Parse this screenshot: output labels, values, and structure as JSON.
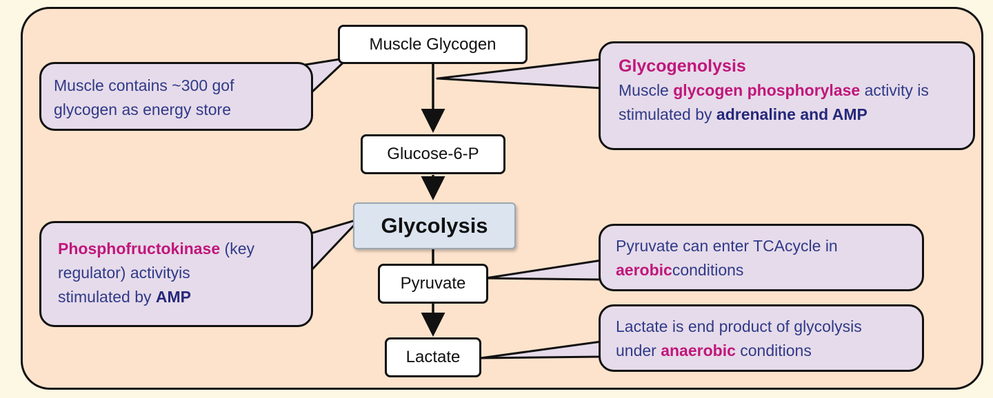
{
  "flow": {
    "muscle_glycogen": "Muscle Glycogen",
    "glucose_6_p": "Glucose-6-P",
    "glycolysis": "Glycolysis",
    "pyruvate": "Pyruvate",
    "lactate": "Lactate"
  },
  "callouts": {
    "glycogen_store": {
      "line1": "Muscle contains ~300 gof",
      "line2": "glycogen as energy store"
    },
    "glycogenolysis": {
      "title": "Glycogenolysis",
      "l1_pre": "Muscle ",
      "l1_enzyme": "glycogen phosphorylase",
      "l1_post": " activity is",
      "l2_pre": "stimulated by ",
      "l2_bold": "adrenaline  and AMP"
    },
    "pfk": {
      "enzyme": "Phosphofructokinase",
      "l1_post": " (key",
      "line2": "regulator) activityis",
      "l3_pre": "stimulated by ",
      "l3_bold": "AMP"
    },
    "pyruvate_tca": {
      "line1": "Pyruvate can enter TCAcycle  in",
      "l2_key": "aerobic",
      "l2_post": "conditions"
    },
    "lactate_end": {
      "line1": "Lactate is end product of glycolysis",
      "l2_pre": "under ",
      "l2_key": "anaerobic",
      "l2_post": " conditions"
    }
  },
  "colors": {
    "background": "#fdf8e4",
    "panel": "#fde3cc",
    "callout_fill": "#e6dbea",
    "glycolysis_fill": "#dbe4ef",
    "highlight_magenta": "#c0177b",
    "text_blue": "#2f3a88"
  }
}
